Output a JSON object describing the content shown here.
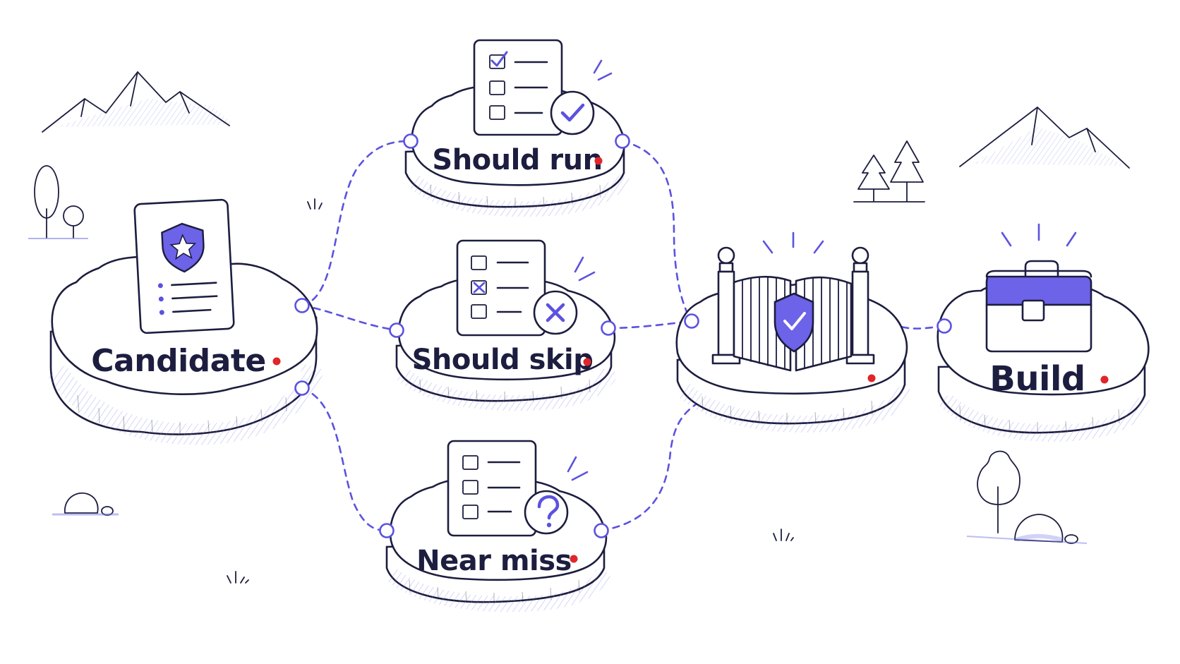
{
  "colors": {
    "ink": "#1c1d3f",
    "accent": "#5b52e0",
    "accent_light": "#7b7fe6",
    "marker_red": "#e0262a",
    "background": "#ffffff"
  },
  "nodes": {
    "candidate": {
      "label": "Candidate",
      "icon": "shield-document-icon"
    },
    "should_run": {
      "label": "Should run",
      "icon": "checklist-check-icon"
    },
    "should_skip": {
      "label": "Should skip",
      "icon": "checklist-cross-icon"
    },
    "near_miss": {
      "label": "Near miss",
      "icon": "checklist-question-icon"
    },
    "gate": {
      "label": "",
      "icon": "shield-gate-icon"
    },
    "build": {
      "label": "Build",
      "icon": "toolbox-icon"
    }
  }
}
